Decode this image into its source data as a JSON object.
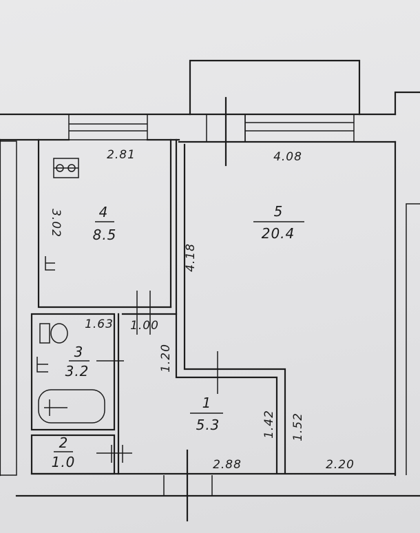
{
  "rooms": [
    {
      "number": "4",
      "area": "8.5"
    },
    {
      "number": "5",
      "area": "20.4"
    },
    {
      "number": "3",
      "area": "3.2"
    },
    {
      "number": "2",
      "area": "1.0"
    },
    {
      "number": "1",
      "area": "5.3"
    }
  ],
  "dimensions": {
    "room4_width": "2.81",
    "room5_width": "4.08",
    "room4_height": "3.02",
    "room5_wall": "4.18",
    "bath_width": "1.63",
    "hall_width": "1.00",
    "hall_height": "1.20",
    "hall_wall_a": "1.42",
    "hall_wall_b": "1.52",
    "bottom_a": "2.88",
    "bottom_b": "2.20"
  }
}
